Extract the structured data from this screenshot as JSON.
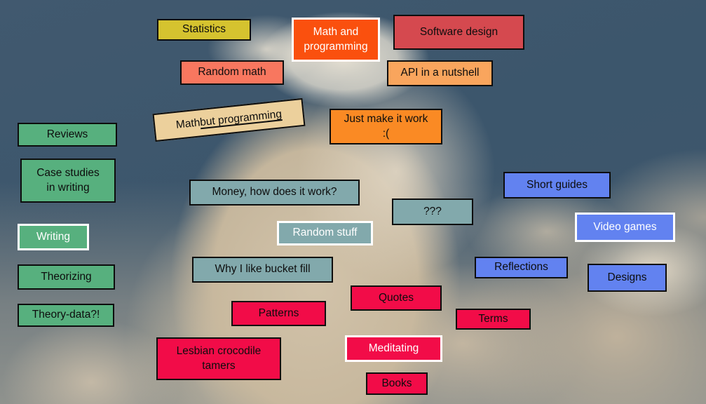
{
  "palette": {
    "yellow": "#d5c32f",
    "orange_red": "#fa500e",
    "muted_red": "#d5494f",
    "salmon": "#f8775f",
    "light_orange": "#f9a55d",
    "tan": "#ecd09c",
    "orange": "#fa8a24",
    "green": "#57b07e",
    "teal_gray": "#82a9ac",
    "blue": "#6282f0",
    "crimson": "#f20c48",
    "sky_blue": "#3c566c",
    "border_black": "#0d0d0d",
    "border_white": "#ffffff"
  },
  "tags": [
    {
      "label": "Statistics"
    },
    {
      "label": "Math and\nprogramming"
    },
    {
      "label": "Software design"
    },
    {
      "label": "Random math"
    },
    {
      "label": "API in a nutshell"
    },
    {
      "prefix": "Math ",
      "underlined": "but programming"
    },
    {
      "label": "Just make it work\n:("
    },
    {
      "label": "Reviews"
    },
    {
      "label": "Case studies\nin writing"
    },
    {
      "label": "Short guides"
    },
    {
      "label": "Money, how does it work?"
    },
    {
      "label": "???"
    },
    {
      "label": "Writing"
    },
    {
      "label": "Video games"
    },
    {
      "label": "Random stuff"
    },
    {
      "label": "Theorizing"
    },
    {
      "label": "Why I like bucket fill"
    },
    {
      "label": "Reflections"
    },
    {
      "label": "Designs"
    },
    {
      "label": "Quotes"
    },
    {
      "label": "Patterns"
    },
    {
      "label": "Terms"
    },
    {
      "label": "Theory-data?!"
    },
    {
      "label": "Lesbian crocodile\ntamers"
    },
    {
      "label": "Meditating"
    },
    {
      "label": "Books"
    }
  ]
}
